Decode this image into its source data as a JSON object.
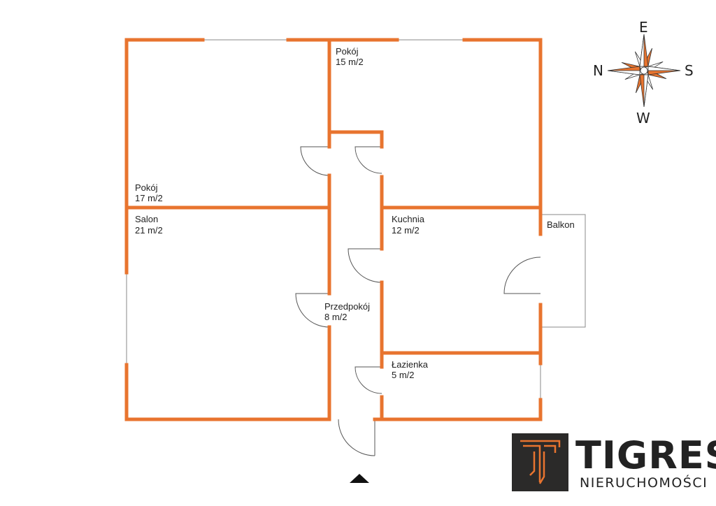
{
  "colors": {
    "wall": "#E8742F",
    "thin_line": "#888888",
    "text": "#222222",
    "logo_bg": "#2b2a29",
    "logo_accent": "#E8742F"
  },
  "rooms": {
    "pokoj_15": {
      "name": "Pokój",
      "area": "15 m/2"
    },
    "pokoj_17": {
      "name": "Pokój",
      "area": "17 m/2"
    },
    "salon": {
      "name": "Salon",
      "area": "21 m/2"
    },
    "kuchnia": {
      "name": "Kuchnia",
      "area": "12 m/2"
    },
    "balkon": {
      "name": "Balkon"
    },
    "przedpokoj": {
      "name": "Przedpokój",
      "area": "8 m/2"
    },
    "lazienka": {
      "name": "Łazienka",
      "area": "5 m/2"
    }
  },
  "compass": {
    "north": "N",
    "east": "E",
    "south": "S",
    "west": "W"
  },
  "entrance_icon": "entrance-arrow-icon",
  "logo": {
    "title": "TIGRES",
    "subtitle": "NIERUCHOMOŚCI",
    "icon": "tigres-logo-icon"
  }
}
